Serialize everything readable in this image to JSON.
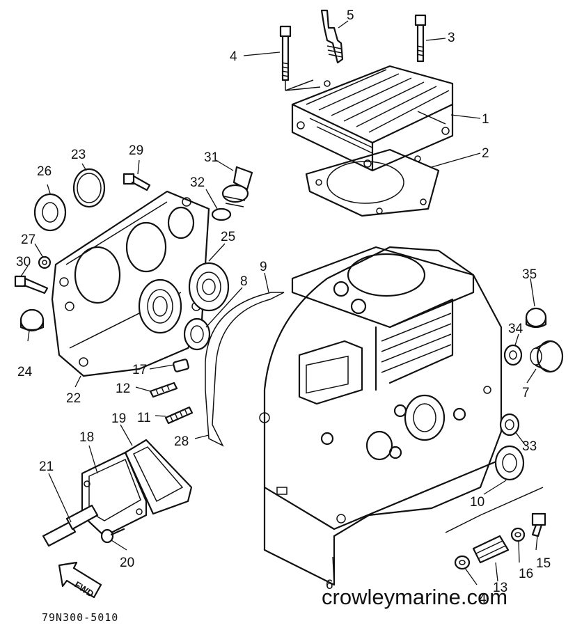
{
  "diagram": {
    "code": "79N300-5010",
    "watermark": "crowleymarine.com",
    "fwd_label": "FWD",
    "callouts": [
      {
        "id": "c1",
        "text": "1"
      },
      {
        "id": "c2",
        "text": "2"
      },
      {
        "id": "c3",
        "text": "3"
      },
      {
        "id": "c4a",
        "text": "4"
      },
      {
        "id": "c4b",
        "text": "4"
      },
      {
        "id": "c5",
        "text": "5"
      },
      {
        "id": "c6",
        "text": "6"
      },
      {
        "id": "c7",
        "text": "7"
      },
      {
        "id": "c8",
        "text": "8"
      },
      {
        "id": "c9",
        "text": "9"
      },
      {
        "id": "c10",
        "text": "10"
      },
      {
        "id": "c11",
        "text": "11"
      },
      {
        "id": "c12",
        "text": "12"
      },
      {
        "id": "c13",
        "text": "13"
      },
      {
        "id": "c15",
        "text": "15"
      },
      {
        "id": "c16",
        "text": "16"
      },
      {
        "id": "c17",
        "text": "17"
      },
      {
        "id": "c18",
        "text": "18"
      },
      {
        "id": "c19",
        "text": "19"
      },
      {
        "id": "c20",
        "text": "20"
      },
      {
        "id": "c21",
        "text": "21"
      },
      {
        "id": "c22",
        "text": "22"
      },
      {
        "id": "c23",
        "text": "23"
      },
      {
        "id": "c24",
        "text": "24"
      },
      {
        "id": "c25",
        "text": "25"
      },
      {
        "id": "c26",
        "text": "26"
      },
      {
        "id": "c27",
        "text": "27"
      },
      {
        "id": "c28",
        "text": "28"
      },
      {
        "id": "c29",
        "text": "29"
      },
      {
        "id": "c30",
        "text": "30"
      },
      {
        "id": "c31",
        "text": "31"
      },
      {
        "id": "c32",
        "text": "32"
      },
      {
        "id": "c33",
        "text": "33"
      },
      {
        "id": "c34",
        "text": "34"
      },
      {
        "id": "c35",
        "text": "35"
      }
    ]
  }
}
